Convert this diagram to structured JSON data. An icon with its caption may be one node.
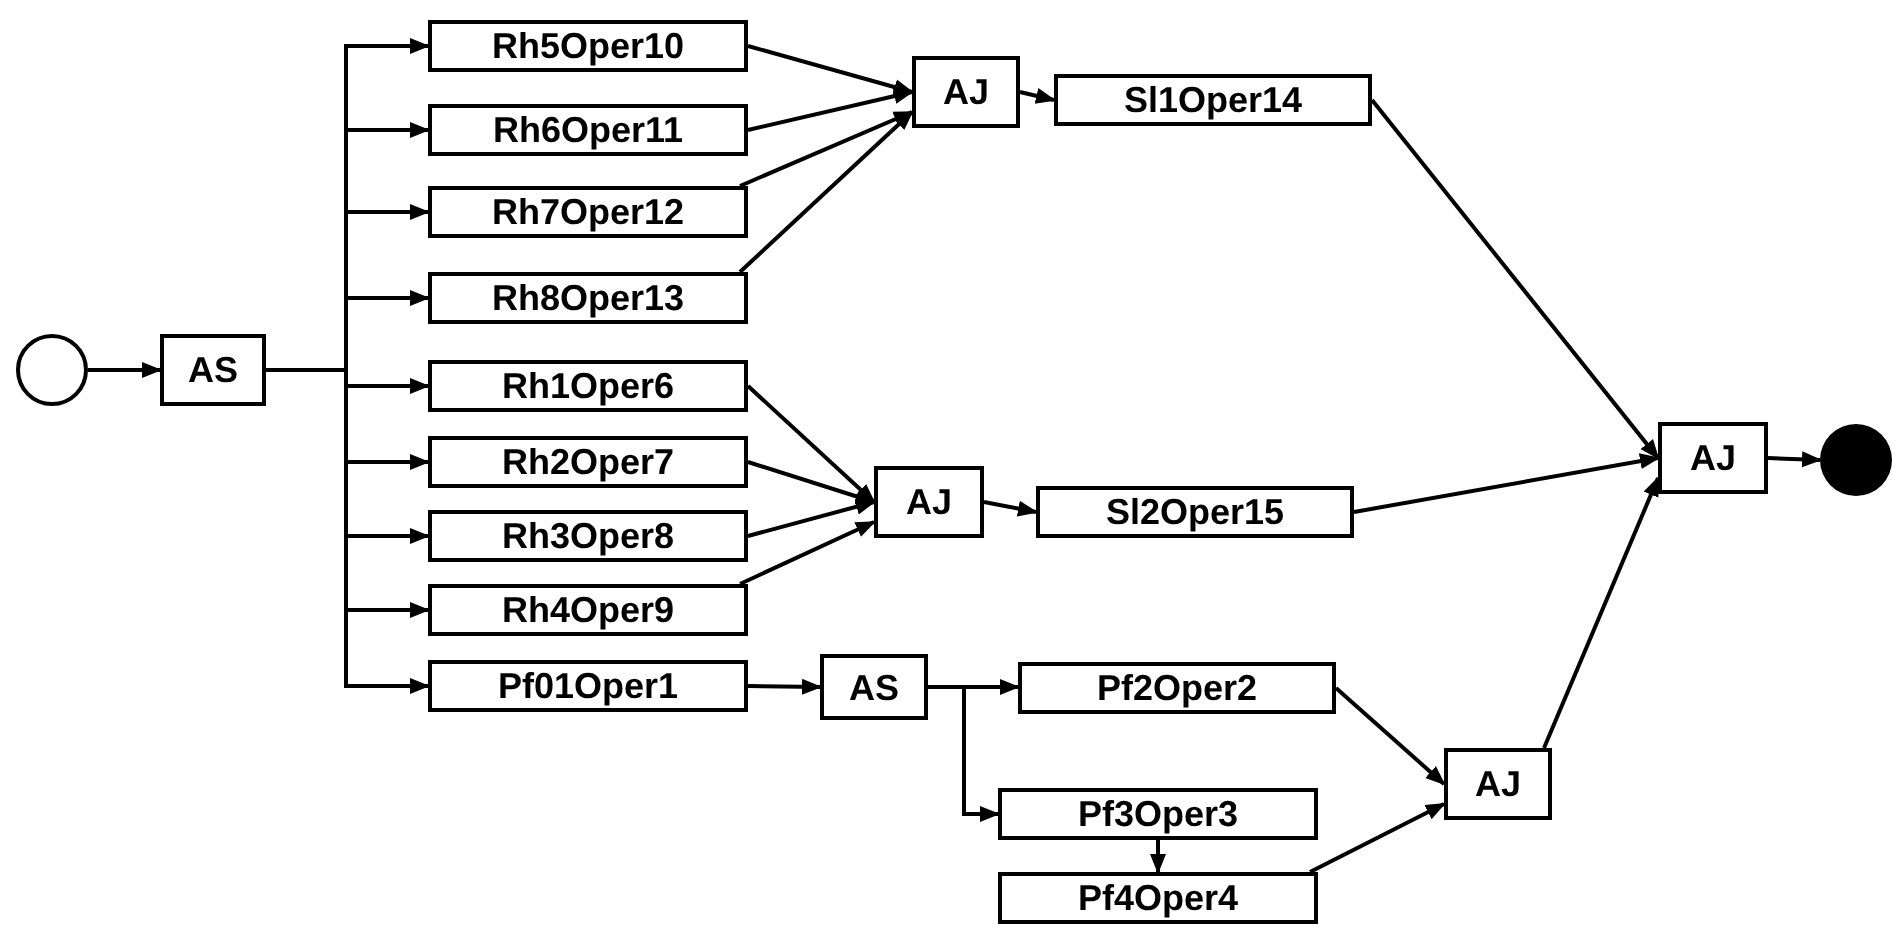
{
  "diagram": {
    "nodes": [
      {
        "text": [],
        "shape": "circle"
      },
      {
        "text": [
          "AS"
        ]
      },
      {
        "text": [
          "Rh5Oper10"
        ]
      },
      {
        "text": [
          "Rh6Oper11"
        ]
      },
      {
        "text": [
          "Rh7Oper12"
        ]
      },
      {
        "text": [
          "Rh8Oper13"
        ]
      },
      {
        "text": [
          "AJ"
        ]
      },
      {
        "text": [
          "Sl1Oper14"
        ]
      },
      {
        "text": [
          "Rh1Oper6"
        ]
      },
      {
        "text": [
          "Rh2Oper7"
        ]
      },
      {
        "text": [
          "Rh3Oper8"
        ]
      },
      {
        "text": [
          "Rh4Oper9"
        ]
      },
      {
        "text": [
          "AJ"
        ]
      },
      {
        "text": [
          "Sl2Oper15"
        ]
      },
      {
        "text": [
          "Pf01Oper1"
        ]
      },
      {
        "text": [
          "AS"
        ]
      },
      {
        "text": [
          "Pf2Oper2"
        ]
      },
      {
        "text": [
          "Pf3Oper3"
        ]
      },
      {
        "text": [
          "Pf4Oper4"
        ]
      },
      {
        "text": [
          "AJ"
        ]
      },
      {
        "text": [
          "AJ"
        ]
      },
      {
        "text": [],
        "shape": "dot"
      }
    ],
    "edges": [
      {
        "from": 0,
        "to": 1,
        "arrow": "to"
      },
      {
        "from": 1,
        "to": 2,
        "arrow": "to"
      },
      {
        "from": 1,
        "to": 3,
        "arrow": "to"
      },
      {
        "from": 1,
        "to": 4,
        "arrow": "to"
      },
      {
        "from": 1,
        "to": 5,
        "arrow": "to"
      },
      {
        "from": 1,
        "to": 8,
        "arrow": "to"
      },
      {
        "from": 1,
        "to": 9,
        "arrow": "to"
      },
      {
        "from": 1,
        "to": 10,
        "arrow": "to"
      },
      {
        "from": 1,
        "to": 11,
        "arrow": "to"
      },
      {
        "from": 1,
        "to": 14,
        "arrow": "to"
      },
      {
        "from": 2,
        "to": 6,
        "arrow": "to"
      },
      {
        "from": 3,
        "to": 6,
        "arrow": "to"
      },
      {
        "from": 4,
        "to": 6,
        "arrow": "to"
      },
      {
        "from": 5,
        "to": 6,
        "arrow": "to"
      },
      {
        "from": 6,
        "to": 7,
        "arrow": "to"
      },
      {
        "from": 8,
        "to": 12,
        "arrow": "to"
      },
      {
        "from": 9,
        "to": 12,
        "arrow": "to"
      },
      {
        "from": 10,
        "to": 12,
        "arrow": "to"
      },
      {
        "from": 11,
        "to": 12,
        "arrow": "to"
      },
      {
        "from": 12,
        "to": 13,
        "arrow": "to"
      },
      {
        "from": 14,
        "to": 15,
        "arrow": "to"
      },
      {
        "from": 15,
        "to": 16,
        "arrow": "to"
      },
      {
        "from": 15,
        "to": 17,
        "arrow": "to"
      },
      {
        "from": 17,
        "to": 18,
        "arrow": "to"
      },
      {
        "from": 16,
        "to": 19,
        "arrow": "to"
      },
      {
        "from": 18,
        "to": 19,
        "arrow": "to"
      },
      {
        "from": 7,
        "to": 20,
        "arrow": "to"
      },
      {
        "from": 13,
        "to": 20,
        "arrow": "to"
      },
      {
        "from": 19,
        "to": 20,
        "arrow": "to"
      },
      {
        "from": 20,
        "to": 21,
        "arrow": "to"
      }
    ]
  }
}
